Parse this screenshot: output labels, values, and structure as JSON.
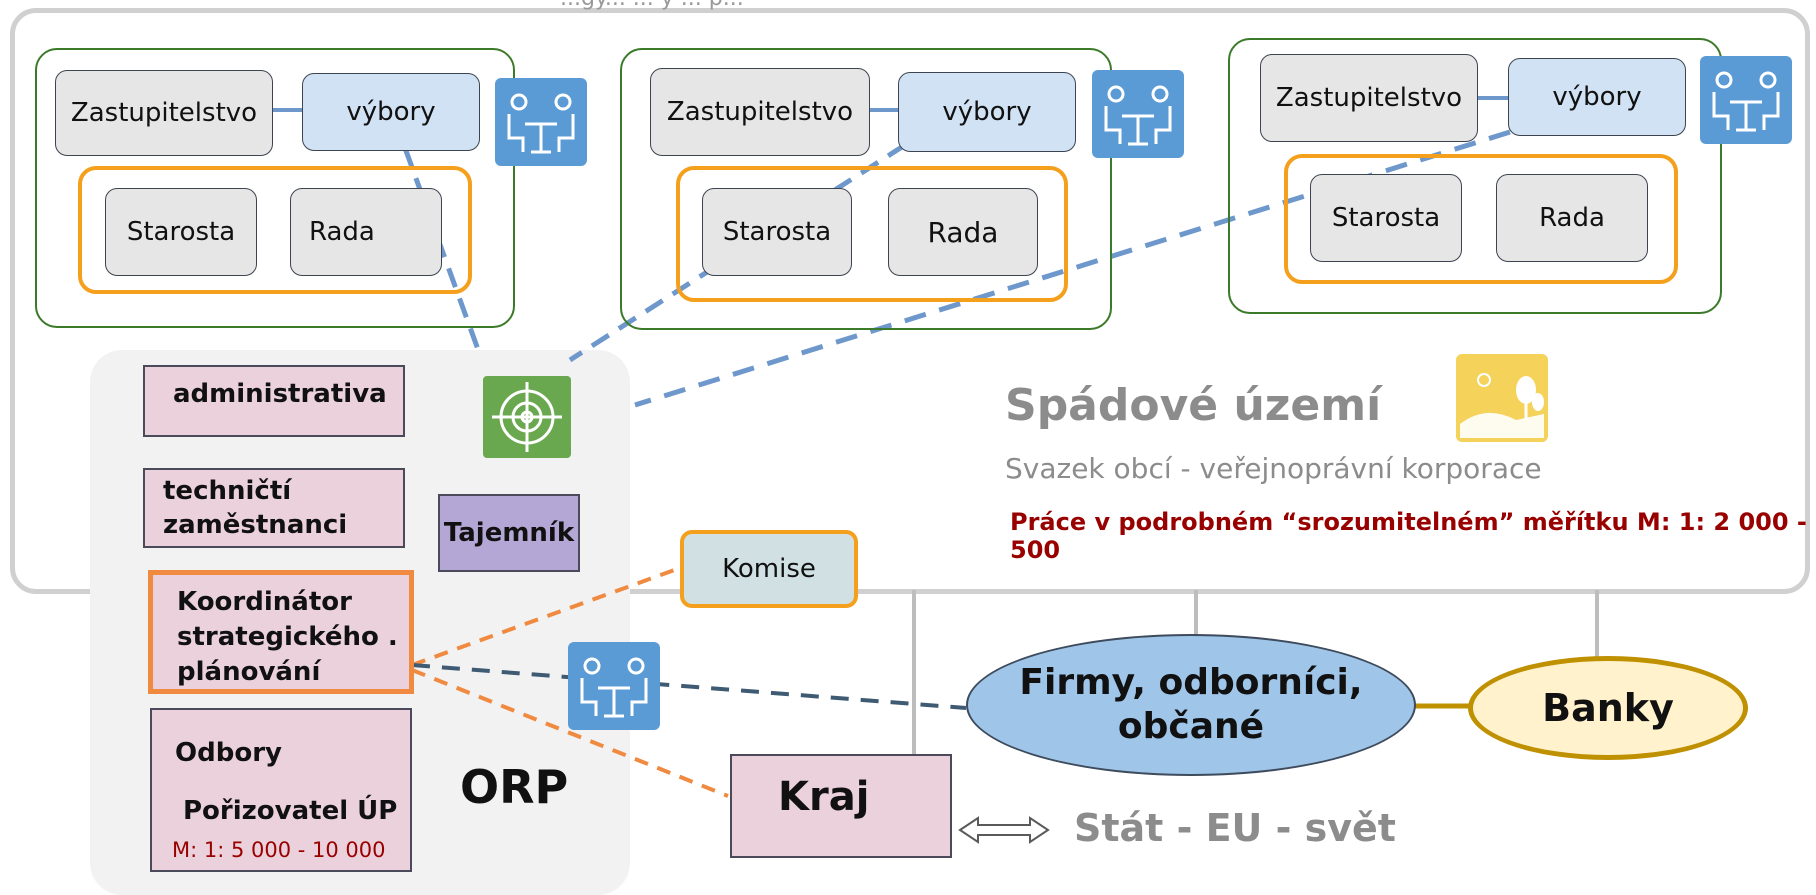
{
  "header_fragment": "...gy... ... y ... p...",
  "municipalities": [
    {
      "council": "Zastupitelstvo",
      "committees": "výbory",
      "mayor": "Starosta",
      "board": "Rada"
    },
    {
      "council": "Zastupitelstvo",
      "committees": "výbory",
      "mayor": "Starosta",
      "board": "Rada"
    },
    {
      "council": "Zastupitelstvo",
      "committees": "výbory",
      "mayor": "Starosta",
      "board": "Rada"
    }
  ],
  "catchment": {
    "title": "Spádové území",
    "subtitle": "Svazek obcí - veřejnoprávní korporace",
    "scale_note": "Práce v podrobném “srozumitelném” měřítku M: 1: 2 000 - 500"
  },
  "orp": {
    "label": "ORP",
    "administration": "administrativa",
    "technical_staff": "techničtí zaměstnanci",
    "secretary": "Tajemník",
    "coordinator": "Koordinátor strategického . plánování",
    "departments": "Odbory",
    "planner": "Pořizovatel ÚP",
    "planner_scale": "M: 1: 5 000 - 10 000"
  },
  "commission": "Komise",
  "region": "Kraj",
  "companies": "Firmy, odborníci, občané",
  "banks": "Banky",
  "state_eu_world": "Stát - EU - svět",
  "colors": {
    "green_border": "#3b7a28",
    "orange": "#f5a01d",
    "blue_dash": "#6e98cc",
    "pink": "#ead1dc",
    "purple": "#b4a7d6",
    "meeting_icon": "#5b9bd5",
    "target_icon": "#6aa84f",
    "landscape_icon": "#f5d25a",
    "dark_red": "#990000"
  },
  "icons": [
    "meeting-icon",
    "target-icon",
    "landscape-icon",
    "double-arrow-icon"
  ]
}
